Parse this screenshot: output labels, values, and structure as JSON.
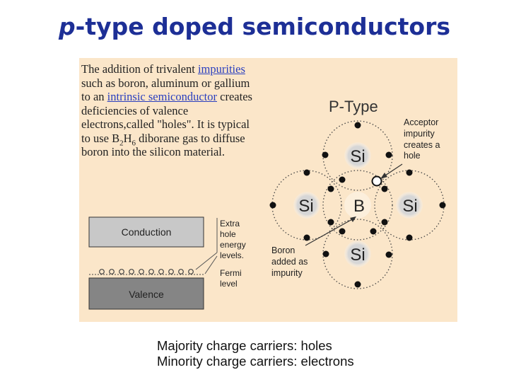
{
  "title": {
    "italic": "p",
    "rest": "-type doped semiconductors"
  },
  "description": {
    "t1": "The addition of trivalent ",
    "link1": "impurities",
    "t2": " such as boron, aluminum or gallium to an ",
    "link2": "intrinsic semiconductor",
    "t3": " creates deficiencies of valence electrons,called \"holes\". It is typical to use B",
    "sub1": "2",
    "t4": "H",
    "sub2": "6",
    "t5": " diborane gas to diffuse boron into the silicon material."
  },
  "band_diagram": {
    "conduction": "Conduction",
    "valence": "Valence",
    "label_extra": [
      "Extra",
      "hole",
      "energy",
      "levels."
    ],
    "label_fermi": [
      "Fermi",
      "level"
    ]
  },
  "lattice": {
    "heading": "P-Type",
    "atom_si": "Si",
    "atom_b": "B",
    "acceptor": [
      "Acceptor",
      "impurity",
      "creates a",
      "hole"
    ],
    "boron": [
      "Boron",
      "added as",
      "impurity"
    ]
  },
  "carriers": {
    "majority": "Majority charge carriers: holes",
    "minority": "Minority charge carriers: electrons"
  },
  "colors": {
    "title": "#1d2f96",
    "figure_bg": "#fbe6c9",
    "link": "#2a3fbf",
    "conduction_band": "#c8c8c8",
    "valence_band": "#858585"
  }
}
